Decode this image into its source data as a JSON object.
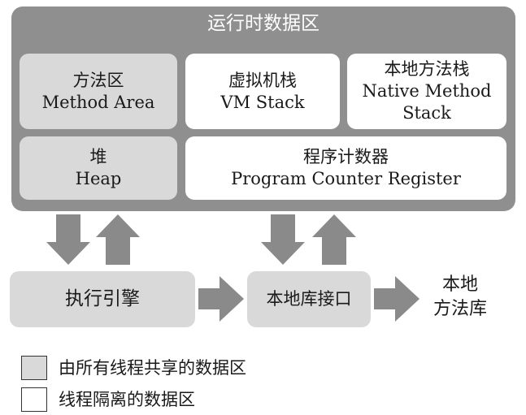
{
  "runtime_area": {
    "title": "运行时数据区"
  },
  "method_area": {
    "line1": "方法区",
    "line2": "Method Area"
  },
  "vm_stack": {
    "line1": "虚拟机栈",
    "line2": "VM Stack"
  },
  "native_method_stack": {
    "line1": "本地方法栈",
    "line2": "Native Method",
    "line3": "Stack"
  },
  "heap": {
    "line1": "堆",
    "line2": "Heap"
  },
  "program_counter": {
    "line1": "程序计数器",
    "line2": "Program Counter Register"
  },
  "execution_engine": {
    "label": "执行引擎"
  },
  "native_interface": {
    "label": "本地库接口"
  },
  "native_library": {
    "line1": "本地",
    "line2": "方法库"
  },
  "legend": {
    "shared": "由所有线程共享的数据区",
    "isolated": "线程隔离的数据区"
  },
  "colors": {
    "outer": "#8f8f8f",
    "shared": "#d9d9d9",
    "isolated": "#ffffff",
    "arrow": "#8a8a8a"
  }
}
